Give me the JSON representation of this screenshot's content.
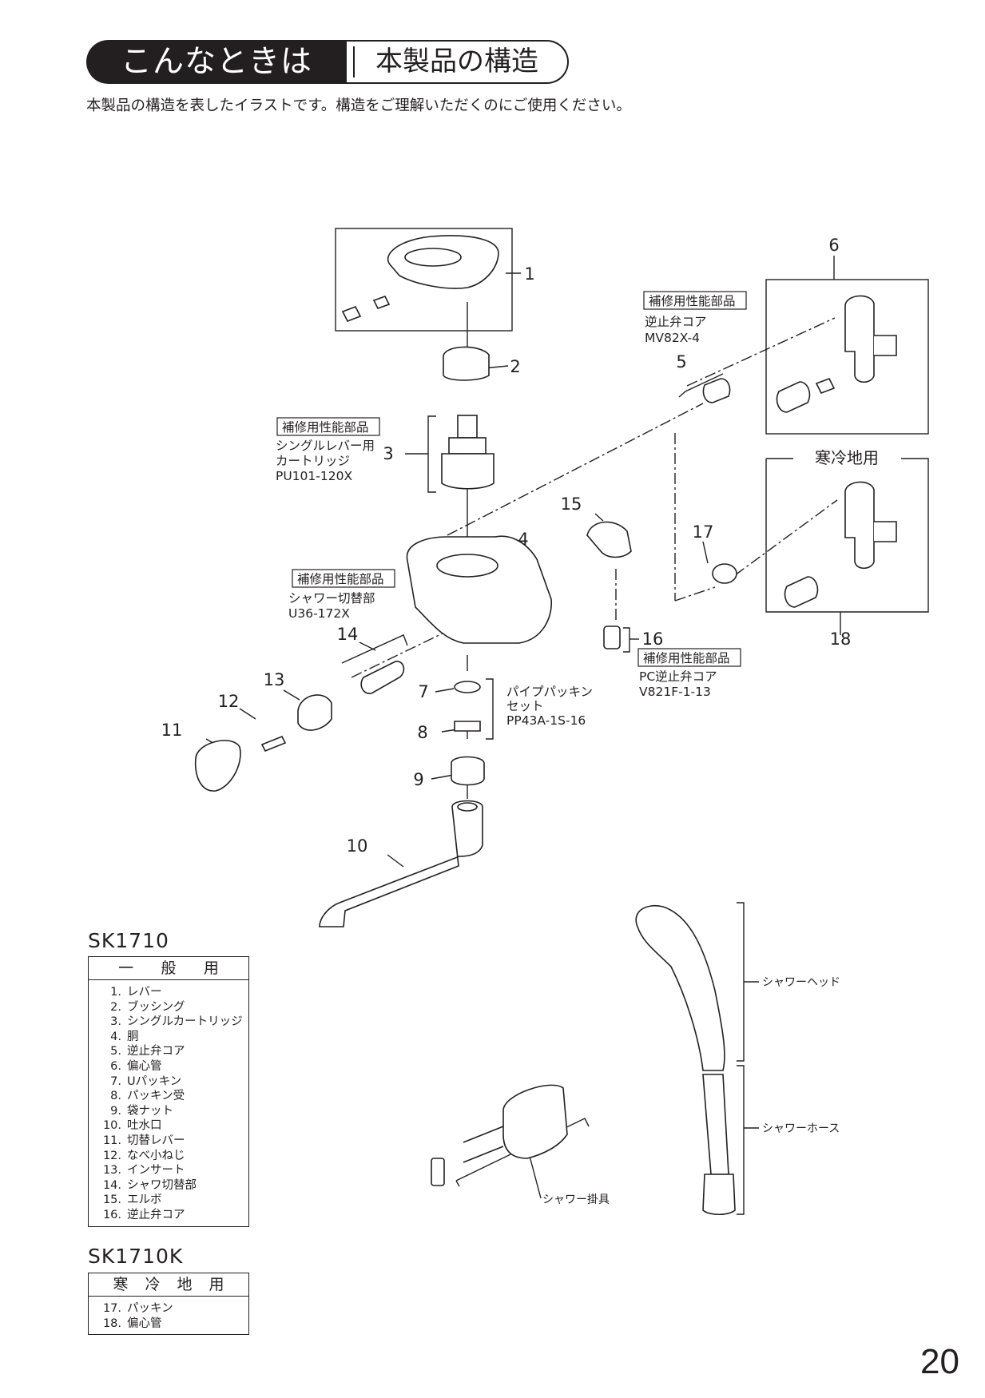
{
  "header": {
    "category": "こんなときは",
    "title": "本製品の構造"
  },
  "intro": "本製品の構造を表したイラストです。構造をご理解いただくのにご使用ください。",
  "callouts": [
    {
      "id": "c1",
      "n": "1"
    },
    {
      "id": "c2",
      "n": "2"
    },
    {
      "id": "c3",
      "n": "3"
    },
    {
      "id": "c4",
      "n": "4"
    },
    {
      "id": "c5",
      "n": "5"
    },
    {
      "id": "c6",
      "n": "6"
    },
    {
      "id": "c7",
      "n": "7"
    },
    {
      "id": "c8",
      "n": "8"
    },
    {
      "id": "c9",
      "n": "9"
    },
    {
      "id": "c10",
      "n": "10"
    },
    {
      "id": "c11",
      "n": "11"
    },
    {
      "id": "c12",
      "n": "12"
    },
    {
      "id": "c13",
      "n": "13"
    },
    {
      "id": "c14",
      "n": "14"
    },
    {
      "id": "c15",
      "n": "15"
    },
    {
      "id": "c16",
      "n": "16"
    },
    {
      "id": "c17",
      "n": "17"
    },
    {
      "id": "c18",
      "n": "18"
    }
  ],
  "service_label": "補修用性能部品",
  "part_notes": {
    "check_valve": {
      "name": "逆止弁コア",
      "code": "MV82X-4"
    },
    "cartridge": {
      "name1": "シングルレバー用",
      "name2": "カートリッジ",
      "code": "PU101-120X"
    },
    "shower_switch": {
      "name": "シャワー切替部",
      "code": "U36-172X"
    },
    "pc_check_valve": {
      "name": "PC逆止弁コア",
      "code": "V821F-1-13"
    },
    "pipe_packing": {
      "name1": "パイプパッキン",
      "name2": "セット",
      "code": "PP43A-1S-16"
    }
  },
  "cold_region_box": "寒冷地用",
  "accessories": {
    "shower_head": "シャワーヘッド",
    "shower_hose": "シャワーホース",
    "shower_holder": "シャワー掛具"
  },
  "tables": {
    "general": {
      "model": "SK1710",
      "header": [
        "一",
        "般",
        "用"
      ],
      "items": [
        {
          "n": "1.",
          "name": "レバー"
        },
        {
          "n": "2.",
          "name": "ブッシング"
        },
        {
          "n": "3.",
          "name": "シングルカートリッジ"
        },
        {
          "n": "4.",
          "name": "胴"
        },
        {
          "n": "5.",
          "name": "逆止弁コア"
        },
        {
          "n": "6.",
          "name": "偏心管"
        },
        {
          "n": "7.",
          "name": "Uパッキン"
        },
        {
          "n": "8.",
          "name": "パッキン受"
        },
        {
          "n": "9.",
          "name": "袋ナット"
        },
        {
          "n": "10.",
          "name": "吐水口"
        },
        {
          "n": "11.",
          "name": "切替レバー"
        },
        {
          "n": "12.",
          "name": "なべ小ねじ"
        },
        {
          "n": "13.",
          "name": "インサート"
        },
        {
          "n": "14.",
          "name": "シャワ切替部"
        },
        {
          "n": "15.",
          "name": "エルボ"
        },
        {
          "n": "16.",
          "name": "逆止弁コア"
        }
      ]
    },
    "cold": {
      "model": "SK1710K",
      "header": [
        "寒",
        "冷",
        "地",
        "用"
      ],
      "items": [
        {
          "n": "17.",
          "name": "パッキン"
        },
        {
          "n": "18.",
          "name": "偏心管"
        }
      ]
    }
  },
  "page_number": "20"
}
